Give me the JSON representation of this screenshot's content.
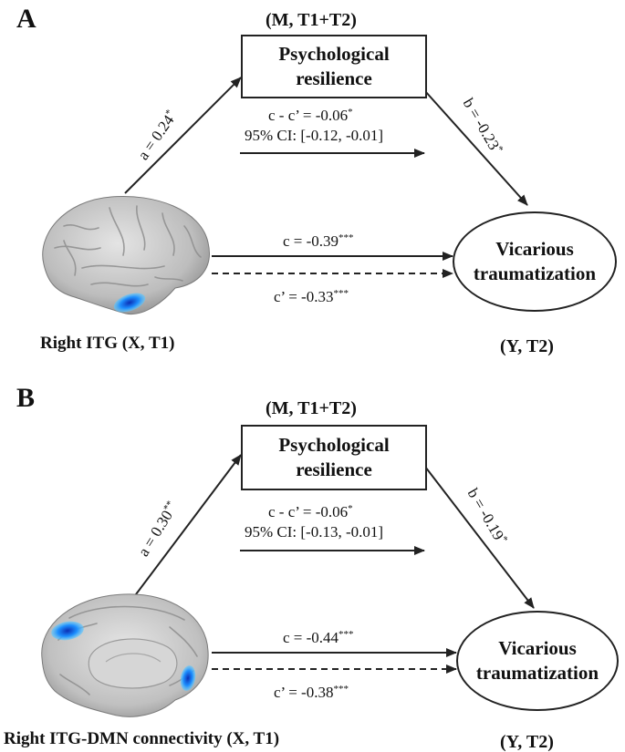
{
  "panels": [
    {
      "letter": "A",
      "mediator_header": "(M, T1+T2)",
      "mediator_line1": "Psychological",
      "mediator_line2": "resilience",
      "outcome_line1": "Vicarious",
      "outcome_line2": "traumatization",
      "outcome_label": "(Y, T2)",
      "predictor_label": "Right ITG (X, T1)",
      "path_a": "a = 0.24",
      "path_a_sig": "*",
      "path_b": "b = -0.23",
      "path_b_sig": "*",
      "indirect": "c - c’ =  -0.06",
      "indirect_sig": "*",
      "ci": "95% CI: [-0.12, -0.01]",
      "total": "c = -0.39",
      "total_sig": "***",
      "direct": "c’ = -0.33",
      "direct_sig": "***"
    },
    {
      "letter": "B",
      "mediator_header": "(M, T1+T2)",
      "mediator_line1": "Psychological",
      "mediator_line2": "resilience",
      "outcome_line1": "Vicarious",
      "outcome_line2": "traumatization",
      "outcome_label": "(Y, T2)",
      "predictor_label": "Right ITG-DMN connectivity (X, T1)",
      "path_a": "a = 0.30",
      "path_a_sig": "**",
      "path_b": "b = -0.19",
      "path_b_sig": "*",
      "indirect": "c - c’ =  -0.06",
      "indirect_sig": "*",
      "ci": "95% CI: [-0.13, -0.01]",
      "total": "c = -0.44",
      "total_sig": "***",
      "direct": "c’ = -0.38",
      "direct_sig": "***"
    }
  ],
  "colors": {
    "line": "#222222",
    "brain_fill": "#bdbdbd",
    "brain_dark": "#8c8c8c",
    "activation": "#1e90ff",
    "activation_core": "#0b2fb5"
  }
}
